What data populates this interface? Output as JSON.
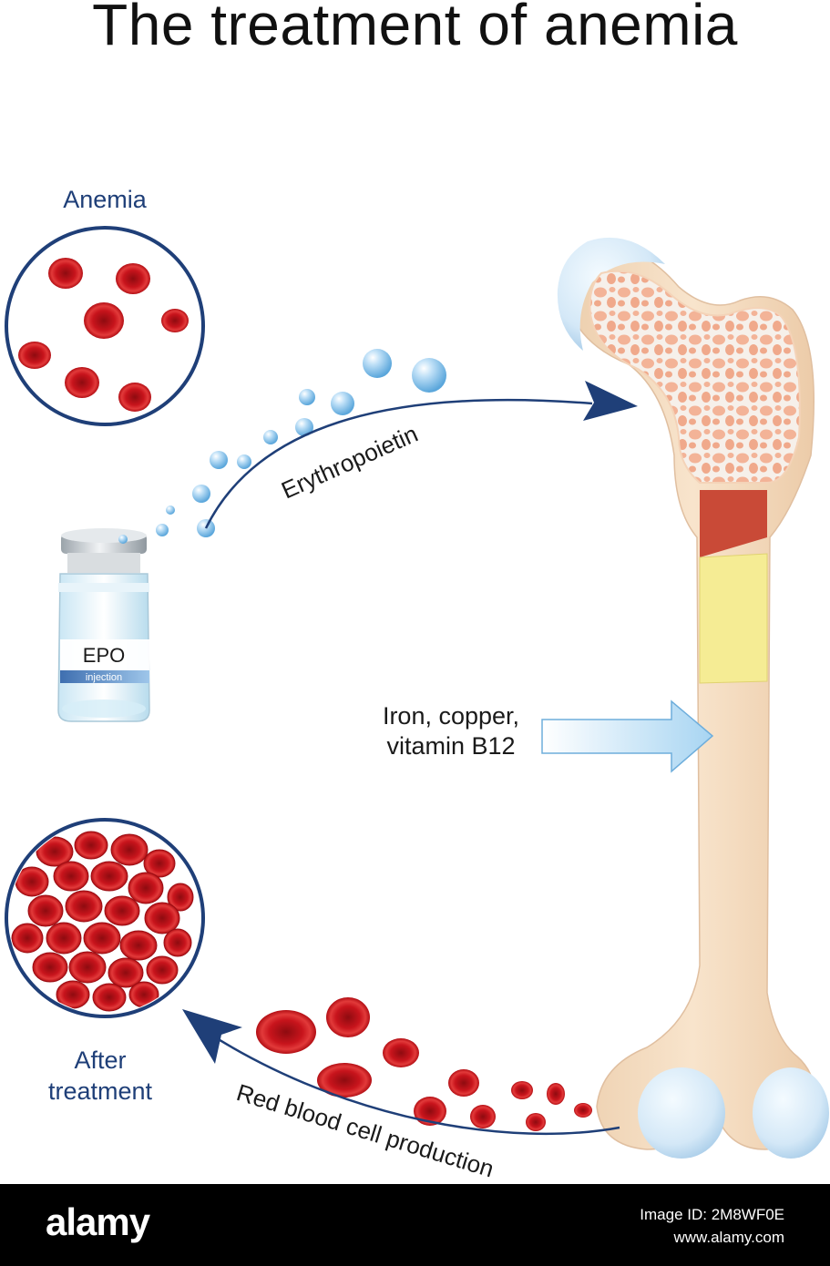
{
  "title": "The treatment of anemia",
  "labels": {
    "anemia": "Anemia",
    "after_treatment_line1": "After",
    "after_treatment_line2": "treatment",
    "erythropoietin": "Erythropoietin",
    "nutrients_line1": "Iron, copper,",
    "nutrients_line2": "vitamin B12",
    "rbc_production": "Red blood cell production",
    "vial_label": "EPO",
    "vial_sublabel": "injection"
  },
  "footer": {
    "brand": "alamy",
    "image_id": "Image ID: 2M8WF0E",
    "site": "www.alamy.com"
  },
  "colors": {
    "title": "#111111",
    "label_blue": "#1f3f78",
    "arrow_navy": "#1f3f78",
    "rbc_red": "#c8141c",
    "bone": "#f5dcc0",
    "cartilage": "#d4e8f7",
    "spongy_bone": "#f2b59a",
    "red_marrow": "#c94a37",
    "yellow_marrow": "#f5ec94",
    "footer_bg": "#000000"
  },
  "icons": [
    "epo-vial-icon",
    "erythropoietin-droplet-icon",
    "red-blood-cell-icon",
    "femur-bone-icon"
  ]
}
